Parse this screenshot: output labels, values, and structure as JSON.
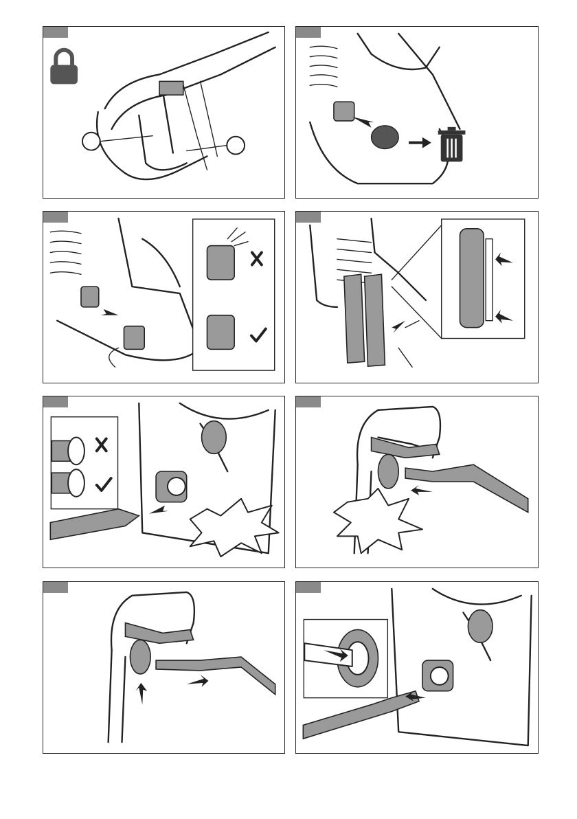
{
  "panels": [
    {
      "id": "p1",
      "content": "lock-trigger"
    },
    {
      "id": "p2",
      "content": "remove-cap-dispose"
    },
    {
      "id": "p3",
      "content": "attach-inlet-adapter"
    },
    {
      "id": "p4",
      "content": "mount-accessory-holder"
    },
    {
      "id": "p5",
      "content": "connect-hose-machine"
    },
    {
      "id": "p6",
      "content": "connect-hose-gun"
    },
    {
      "id": "p7",
      "content": "disconnect-hose-gun"
    },
    {
      "id": "p8",
      "content": "disconnect-hose-machine"
    }
  ],
  "icons": {
    "lock": "lock-icon",
    "trash": "trash-icon",
    "wrong": "cross-icon",
    "right": "check-icon"
  },
  "colors": {
    "tab": "#8a8a8a",
    "line": "#222222",
    "grey_fill": "#9a9a9a"
  }
}
